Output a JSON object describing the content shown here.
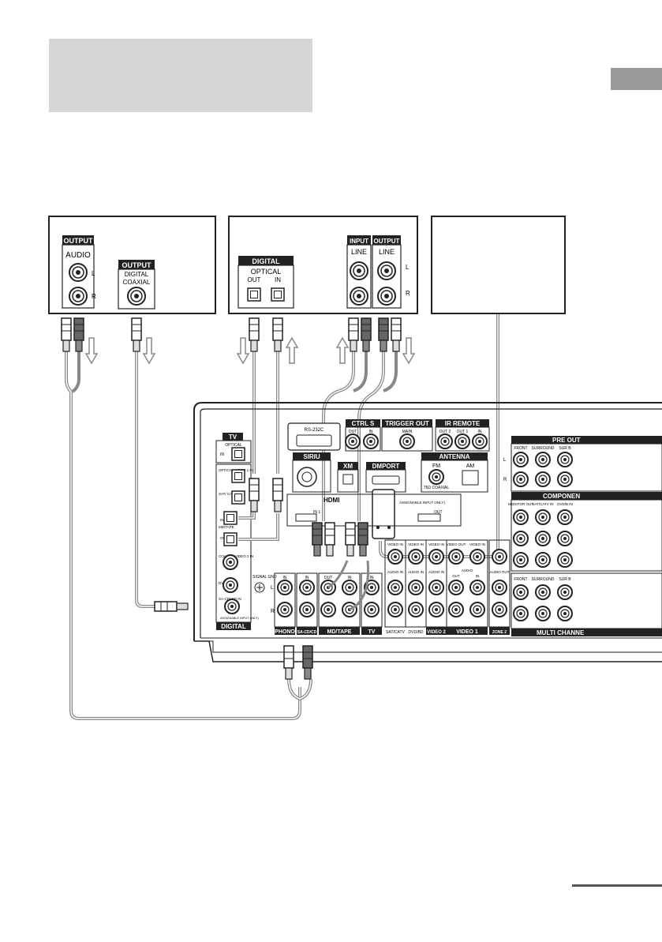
{
  "devices": {
    "cd_player": {
      "output_label": "OUTPUT",
      "audio_label": "AUDIO",
      "left": "L",
      "right": "R",
      "digital_output_label": "OUTPUT",
      "digital_label": "DIGITAL",
      "coaxial_label": "COAXIAL"
    },
    "md_deck": {
      "digital_label": "DIGITAL",
      "optical_label": "OPTICAL",
      "out_label": "OUT",
      "in_label": "IN",
      "input_label": "INPUT",
      "output_label": "OUTPUT",
      "line_in_label": "LINE",
      "line_out_label": "LINE",
      "left": "L",
      "right": "R"
    }
  },
  "receiver": {
    "rs232c": "RS-232C",
    "ctrl_s": "CTRL S",
    "ctrl_out": "OUT",
    "ctrl_in": "IN",
    "trigger_out": "TRIGGER OUT",
    "trigger_main": "MAIN",
    "ir_remote": "IR REMOTE",
    "ir_out2": "OUT 2",
    "ir_out1": "OUT 1",
    "ir_in": "IN",
    "sirius": "SIRIU",
    "xm": "XM",
    "dmport": "DMPORT",
    "antenna": "ANTENNA",
    "fm": "FM",
    "fm_coaxial": "75Ω COAXIAL",
    "am": "AM",
    "hdmi": "HDMI",
    "hdmi_in": "IN 1",
    "hdmi_out": "OUT",
    "assignable": "ASSIGNABLE INPUT ONLY)",
    "preout": "PRE OUT",
    "front": "FRONT",
    "surround": "SURROUND",
    "sur_back": "SUR B",
    "component": "COMPONEN",
    "monitor_out": "MONITOR OUT",
    "sat_catv_in": "SAT/CATV IN",
    "dvd_in": "DVD/B IN",
    "tv_tag": "TV",
    "optical": "OPTICAL",
    "in": "IN",
    "out": "OUT",
    "optical_video1": "OPTICAL VIDEO 1 IN",
    "sat_catv": "SAT/ CATV IN",
    "md_tape": "MD/TAPE",
    "coaxial_video2": "COAXIAL VIDEO 2 IN",
    "dvd_bd_in": "DVD/BD IN",
    "sacd_cd_in": "SA-CD/ CD IN",
    "assignable_input_only": "ASSIGNABLE INPUT ONLY)",
    "digital": "DIGITAL",
    "signal_gnd": "SIGNAL GND",
    "l": "L",
    "r": "R",
    "phono": "PHONO",
    "sacd_cd": "SA-CD/CD",
    "md_tape_section": "MD/TAPE",
    "tv_section": "TV",
    "sat_catv_section": "SAT/CATV",
    "dvd_bd_section": "DVD/BD",
    "video2_section": "VIDEO 2",
    "video1_section": "VIDEO 1",
    "zone2_section": "ZONE 2",
    "multi_channel": "MULTI CHANNE",
    "video_in": "VIDEO IN",
    "video_out": "VIDEO OUT",
    "audio_in": "AUDIO IN",
    "audio_out": "AUDIO OUT",
    "audio": "AUDIO"
  }
}
